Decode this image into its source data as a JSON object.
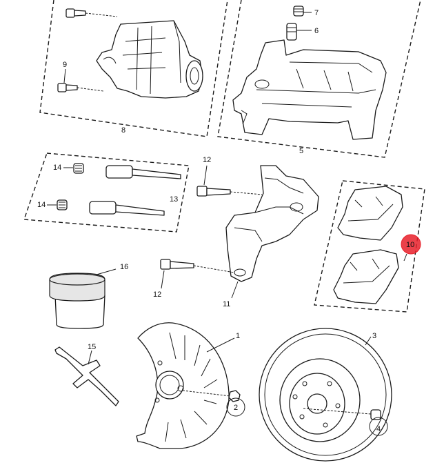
{
  "diagram": {
    "callouts": {
      "c1": "1",
      "c2": "2",
      "c3": "3",
      "c4": "4",
      "c5": "5",
      "c6": "6",
      "c7": "7",
      "c8": "8",
      "c9": "9",
      "c10": "10",
      "c11": "11",
      "c12a": "12",
      "c12b": "12",
      "c13": "13",
      "c14a": "14",
      "c14b": "14",
      "c15": "15",
      "c16": "16"
    },
    "highlight_color": "#e8202a",
    "line_color": "#1a1a1a"
  }
}
